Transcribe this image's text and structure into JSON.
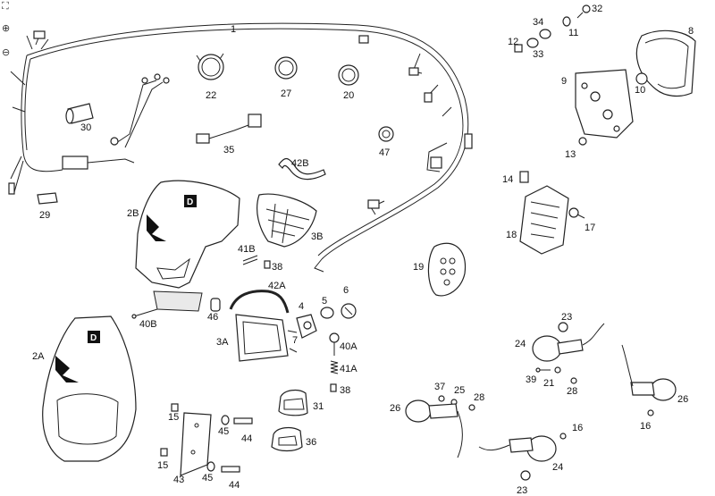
{
  "toolbar": {
    "expand_icon": "expand-icon",
    "zoom_in_icon": "zoom-in-icon",
    "zoom_out_icon": "zoom-out-icon"
  },
  "callouts": {
    "p1": "1",
    "p2A": "2A",
    "p2B": "2B",
    "p3A": "3A",
    "p3B": "3B",
    "p4": "4",
    "p5": "5",
    "p6": "6",
    "p7": "7",
    "p8": "8",
    "p9": "9",
    "p10": "10",
    "p11": "11",
    "p12": "12",
    "p13": "13",
    "p14": "14",
    "p15": "15",
    "p16": "16",
    "p17": "17",
    "p18": "18",
    "p19": "19",
    "p20": "20",
    "p21": "21",
    "p22": "22",
    "p23": "23",
    "p24": "24",
    "p25": "25",
    "p26": "26",
    "p27": "27",
    "p28": "28",
    "p29": "29",
    "p30": "30",
    "p31": "31",
    "p32": "32",
    "p33": "33",
    "p34": "34",
    "p35": "35",
    "p36": "36",
    "p37": "37",
    "p38": "38",
    "p39": "39",
    "p40A": "40A",
    "p40B": "40B",
    "p41A": "41A",
    "p41B": "41B",
    "p42A": "42A",
    "p42B": "42B",
    "p43": "43",
    "p44": "44",
    "p45": "45",
    "p46": "46",
    "p47": "47"
  },
  "logo_text": "D"
}
